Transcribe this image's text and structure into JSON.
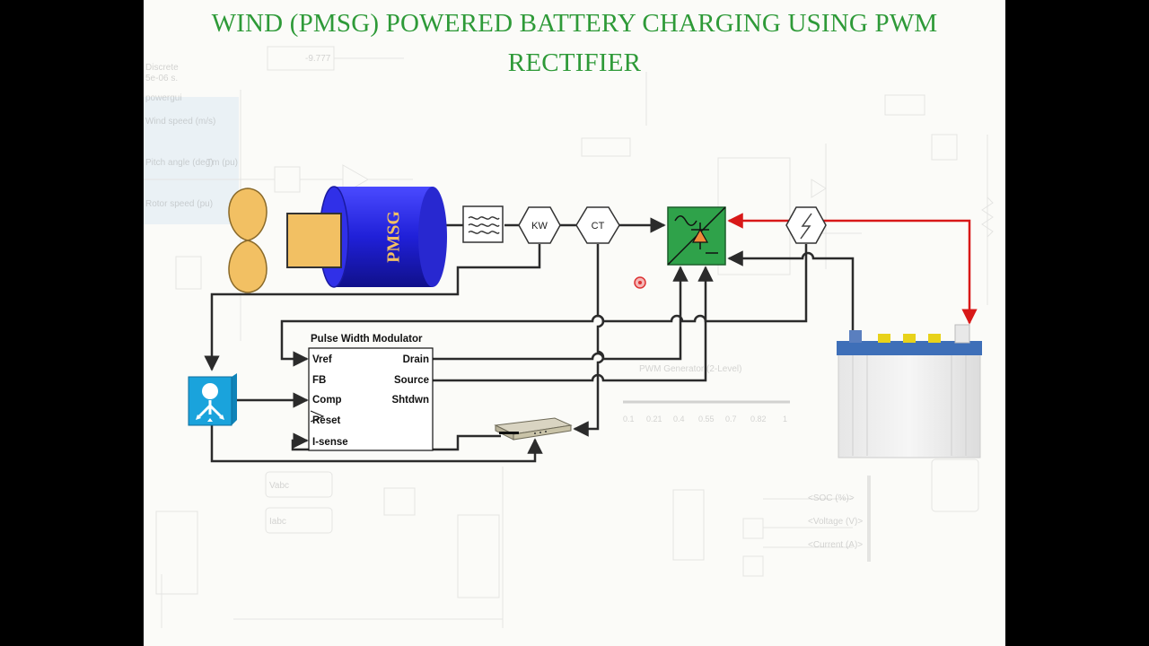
{
  "title": {
    "line1": "WIND (PMSG) POWERED BATTERY CHARGING USING PWM",
    "line2": "RECTIFIER"
  },
  "generator": {
    "label": "PMSG",
    "body_color": "#2424e0",
    "cap_color": "#f2c063"
  },
  "turbine": {
    "blade_color": "#f2c063"
  },
  "sensors": {
    "kw_label": "KW",
    "ct_label": "CT"
  },
  "pwm_block": {
    "title": "Pulse Width Modulator",
    "inputs": [
      "Vref",
      "FB",
      "Comp",
      "Reset",
      "I-sense"
    ],
    "outputs": [
      "Drain",
      "Source",
      "Shtdwn"
    ]
  },
  "colors": {
    "wire": "#2b2b2b",
    "dc_wire": "#d81818",
    "rectifier": "#2fa24a",
    "controller": "#1aa3dc"
  },
  "icons": [
    "propeller-icon",
    "filter-icon",
    "rectifier-icon",
    "dc-sensor-icon",
    "controller-icon",
    "router-icon",
    "battery-icon"
  ],
  "background": {
    "labels": [
      "Discrete",
      "5e-06 s.",
      "-9.777",
      "powergui",
      "Wind speed (m/s)",
      "Pitch angle (deg)",
      "Tm (pu)",
      "Rotor speed (pu)",
      "Vabc",
      "Iabc",
      "PWM Generator (2-Level)",
      "<SOC (%)>",
      "<Voltage (V)>",
      "<Current (A)>"
    ],
    "scale_ticks": [
      "0.1",
      "0.21",
      "0.4",
      "0.55",
      "0.7",
      "0.82",
      "1"
    ]
  }
}
